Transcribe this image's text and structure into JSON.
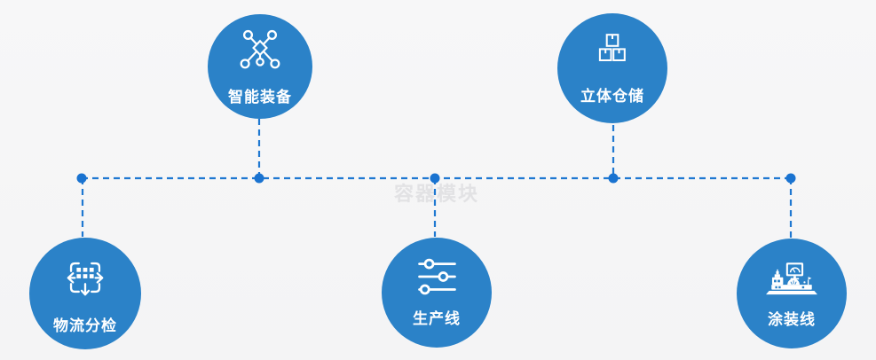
{
  "watermark": "容器模块",
  "colors": {
    "background": "#f5f5f6",
    "circle_fill": "#2b82c8",
    "connector_line": "#1f78d1",
    "junction_dot": "#1a73d0",
    "label_text": "#ffffff",
    "watermark_text": "#e2e2e4"
  },
  "diagram": {
    "type": "node-connector-infographic",
    "nodes": [
      {
        "id": "intelligent-equipment",
        "label": "智能装备",
        "icon": "network-nodes-icon",
        "position": "top-left"
      },
      {
        "id": "stereo-warehousing",
        "label": "立体仓储",
        "icon": "stacked-boxes-icon",
        "position": "top-right"
      },
      {
        "id": "logistics-sorting",
        "label": "物流分检",
        "icon": "sorting-grid-arrows-icon",
        "position": "bottom-left"
      },
      {
        "id": "production-line",
        "label": "生产线",
        "icon": "sliders-icon",
        "position": "bottom-center"
      },
      {
        "id": "painting-line",
        "label": "涂装线",
        "icon": "control-station-icon",
        "position": "bottom-right"
      }
    ]
  }
}
